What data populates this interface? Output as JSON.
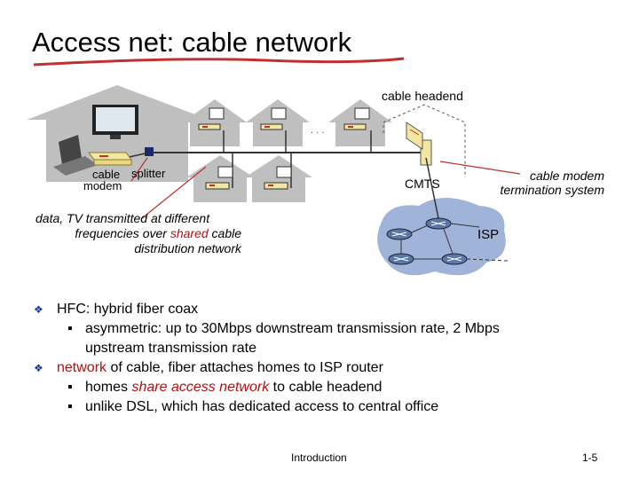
{
  "title": "Access net: cable network",
  "colors": {
    "red_accent": "#b01010",
    "house_gray": "#bfbfbf",
    "isp_blue": "#9fb4d8"
  },
  "labels": {
    "cable_headend": "cable headend",
    "ellipsis": ". . .",
    "cable_modem_line1": "cable",
    "cable_modem_line2": "modem",
    "splitter": "splitter",
    "cmts": "CMTS",
    "cmts_desc_line1": "cable modem",
    "cmts_desc_line2": "termination system",
    "data_tv_line1": "data, TV transmitted at different",
    "data_tv_line2a": "frequencies over ",
    "data_tv_line2b": "shared",
    "data_tv_line2c": " cable",
    "data_tv_line3": "distribution network",
    "isp": "ISP"
  },
  "bullets": {
    "b1": "HFC: hybrid fiber coax",
    "b1_s1_line1": "asymmetric: up to 30Mbps downstream transmission rate, 2 Mbps",
    "b1_s1_line2": "upstream transmission rate",
    "b2_a": "network",
    "b2_b": " of cable, fiber attaches homes to ISP router",
    "b2_s1_a": "homes ",
    "b2_s1_b": "share access network",
    "b2_s1_c": " to cable headend",
    "b2_s2": "unlike DSL, which has dedicated access to central office",
    "bullet_glyph": "❖",
    "sub_glyph": "▪"
  },
  "footer": {
    "center": "Introduction",
    "page": "1-5"
  }
}
